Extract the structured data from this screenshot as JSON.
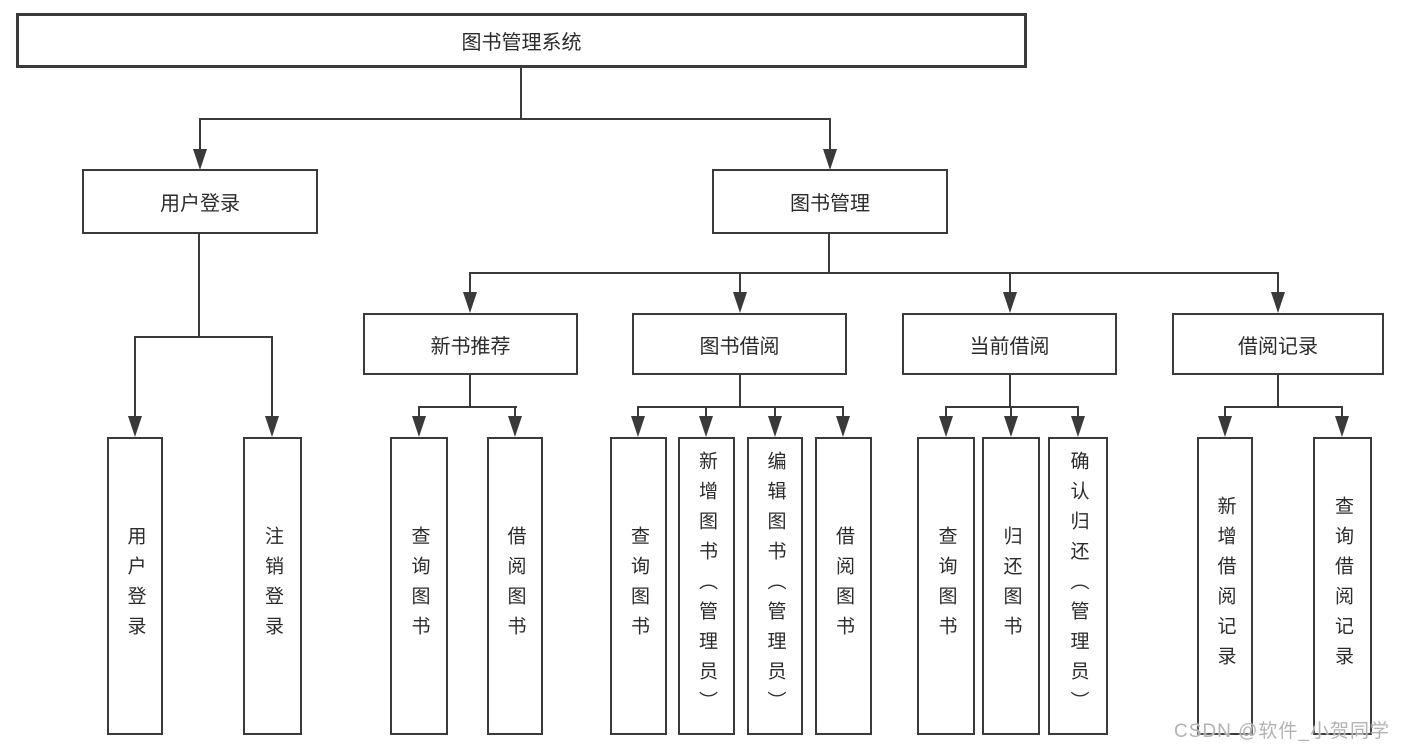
{
  "colors": {
    "background": "#ffffff",
    "box_fill": "#ffffff",
    "box_border": "#3a3a3a",
    "line": "#3a3a3a",
    "text": "#2b2b2b",
    "watermark": "#b3b3b3"
  },
  "tree": {
    "root": {
      "label": "图书管理系统"
    },
    "branches": {
      "user_login": {
        "label": "用户登录",
        "children": {
          "login": {
            "label": "用户登录"
          },
          "logout": {
            "label": "注销登录"
          }
        }
      },
      "book_management": {
        "label": "图书管理",
        "modules": {
          "new_book_recommend": {
            "label": "新书推荐",
            "children": {
              "query_book": {
                "label": "查询图书"
              },
              "borrow_book": {
                "label": "借阅图书"
              }
            }
          },
          "book_borrow": {
            "label": "图书借阅",
            "children": {
              "query_book": {
                "label": "查询图书"
              },
              "add_book": {
                "label": "新增图书（管理员）"
              },
              "edit_book": {
                "label": "编辑图书（管理员）"
              },
              "borrow_book": {
                "label": "借阅图书"
              }
            }
          },
          "current_borrow": {
            "label": "当前借阅",
            "children": {
              "query_book": {
                "label": "查询图书"
              },
              "return_book": {
                "label": "归还图书"
              },
              "confirm_return": {
                "label": "确认归还（管理员）"
              }
            }
          },
          "borrow_records": {
            "label": "借阅记录",
            "children": {
              "add_record": {
                "label": "新增借阅记录"
              },
              "query_record": {
                "label": "查询借阅记录"
              }
            }
          }
        }
      }
    }
  },
  "watermark": {
    "text": "CSDN @软件_小贺同学"
  }
}
